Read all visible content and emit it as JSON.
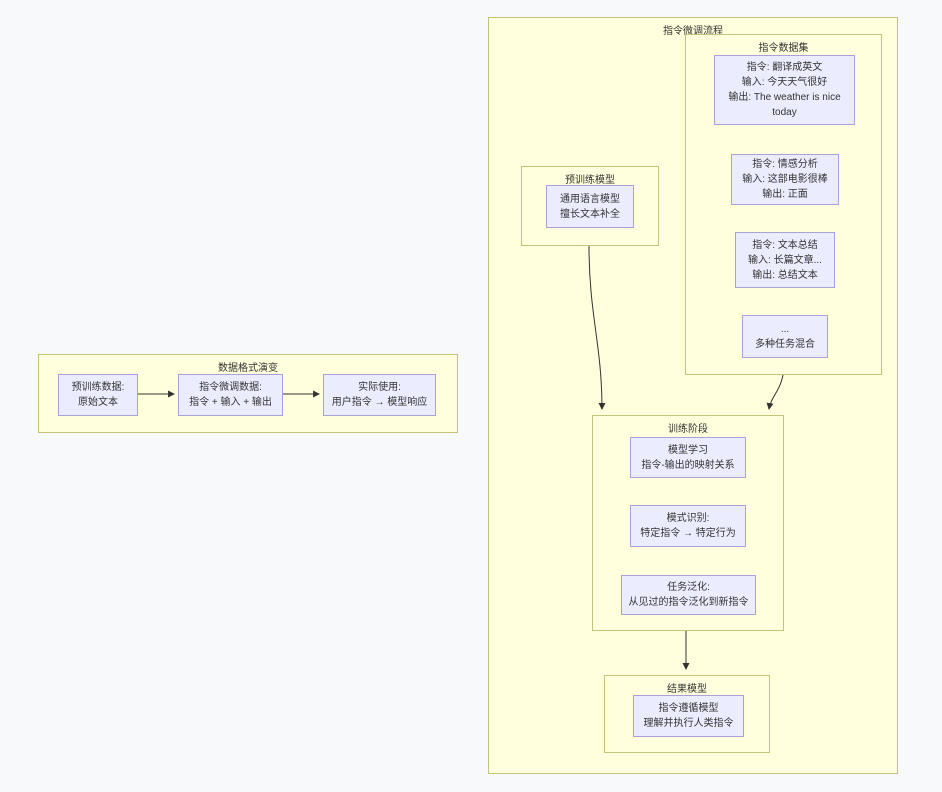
{
  "colors": {
    "page_background": "#f8f9fb",
    "cluster_fill": "#ffffde",
    "cluster_border": "#c4c478",
    "node_fill": "#ececff",
    "node_border": "#aba1dc",
    "text": "#333333",
    "arrow": "#333333"
  },
  "left_diagram": {
    "title": "数据格式演变",
    "nodes": {
      "pretrain_data": {
        "lines": [
          "预训练数据:",
          "原始文本"
        ]
      },
      "instruct_data": {
        "lines": [
          "指令微调数据:",
          "指令 + 输入 + 输出"
        ]
      },
      "actual_use": {
        "lines": [
          "实际使用:",
          "用户指令 → 模型响应"
        ]
      }
    }
  },
  "flow_diagram": {
    "title": "指令微调流程",
    "dataset": {
      "title": "指令数据集",
      "examples": {
        "translate": {
          "lines": [
            "指令: 翻译成英文",
            "输入: 今天天气很好",
            "输出: The weather is nice today"
          ]
        },
        "sentiment": {
          "lines": [
            "指令: 情感分析",
            "输入: 这部电影很棒",
            "输出: 正面"
          ]
        },
        "summary": {
          "lines": [
            "指令: 文本总结",
            "输入: 长篇文章...",
            "输出: 总结文本"
          ]
        },
        "mixed": {
          "lines": [
            "...",
            "多种任务混合"
          ]
        }
      }
    },
    "pretrained": {
      "title": "预训练模型",
      "node": {
        "lines": [
          "通用语言模型",
          "擅长文本补全"
        ]
      }
    },
    "training": {
      "title": "训练阶段",
      "steps": {
        "learning": {
          "lines": [
            "模型学习",
            "指令-输出的映射关系"
          ]
        },
        "pattern": {
          "lines": [
            "模式识别:",
            "特定指令 → 特定行为"
          ]
        },
        "generalize": {
          "lines": [
            "任务泛化:",
            "从见过的指令泛化到新指令"
          ]
        }
      }
    },
    "result": {
      "title": "结果模型",
      "node": {
        "lines": [
          "指令遵循模型",
          "理解并执行人类指令"
        ]
      }
    }
  }
}
